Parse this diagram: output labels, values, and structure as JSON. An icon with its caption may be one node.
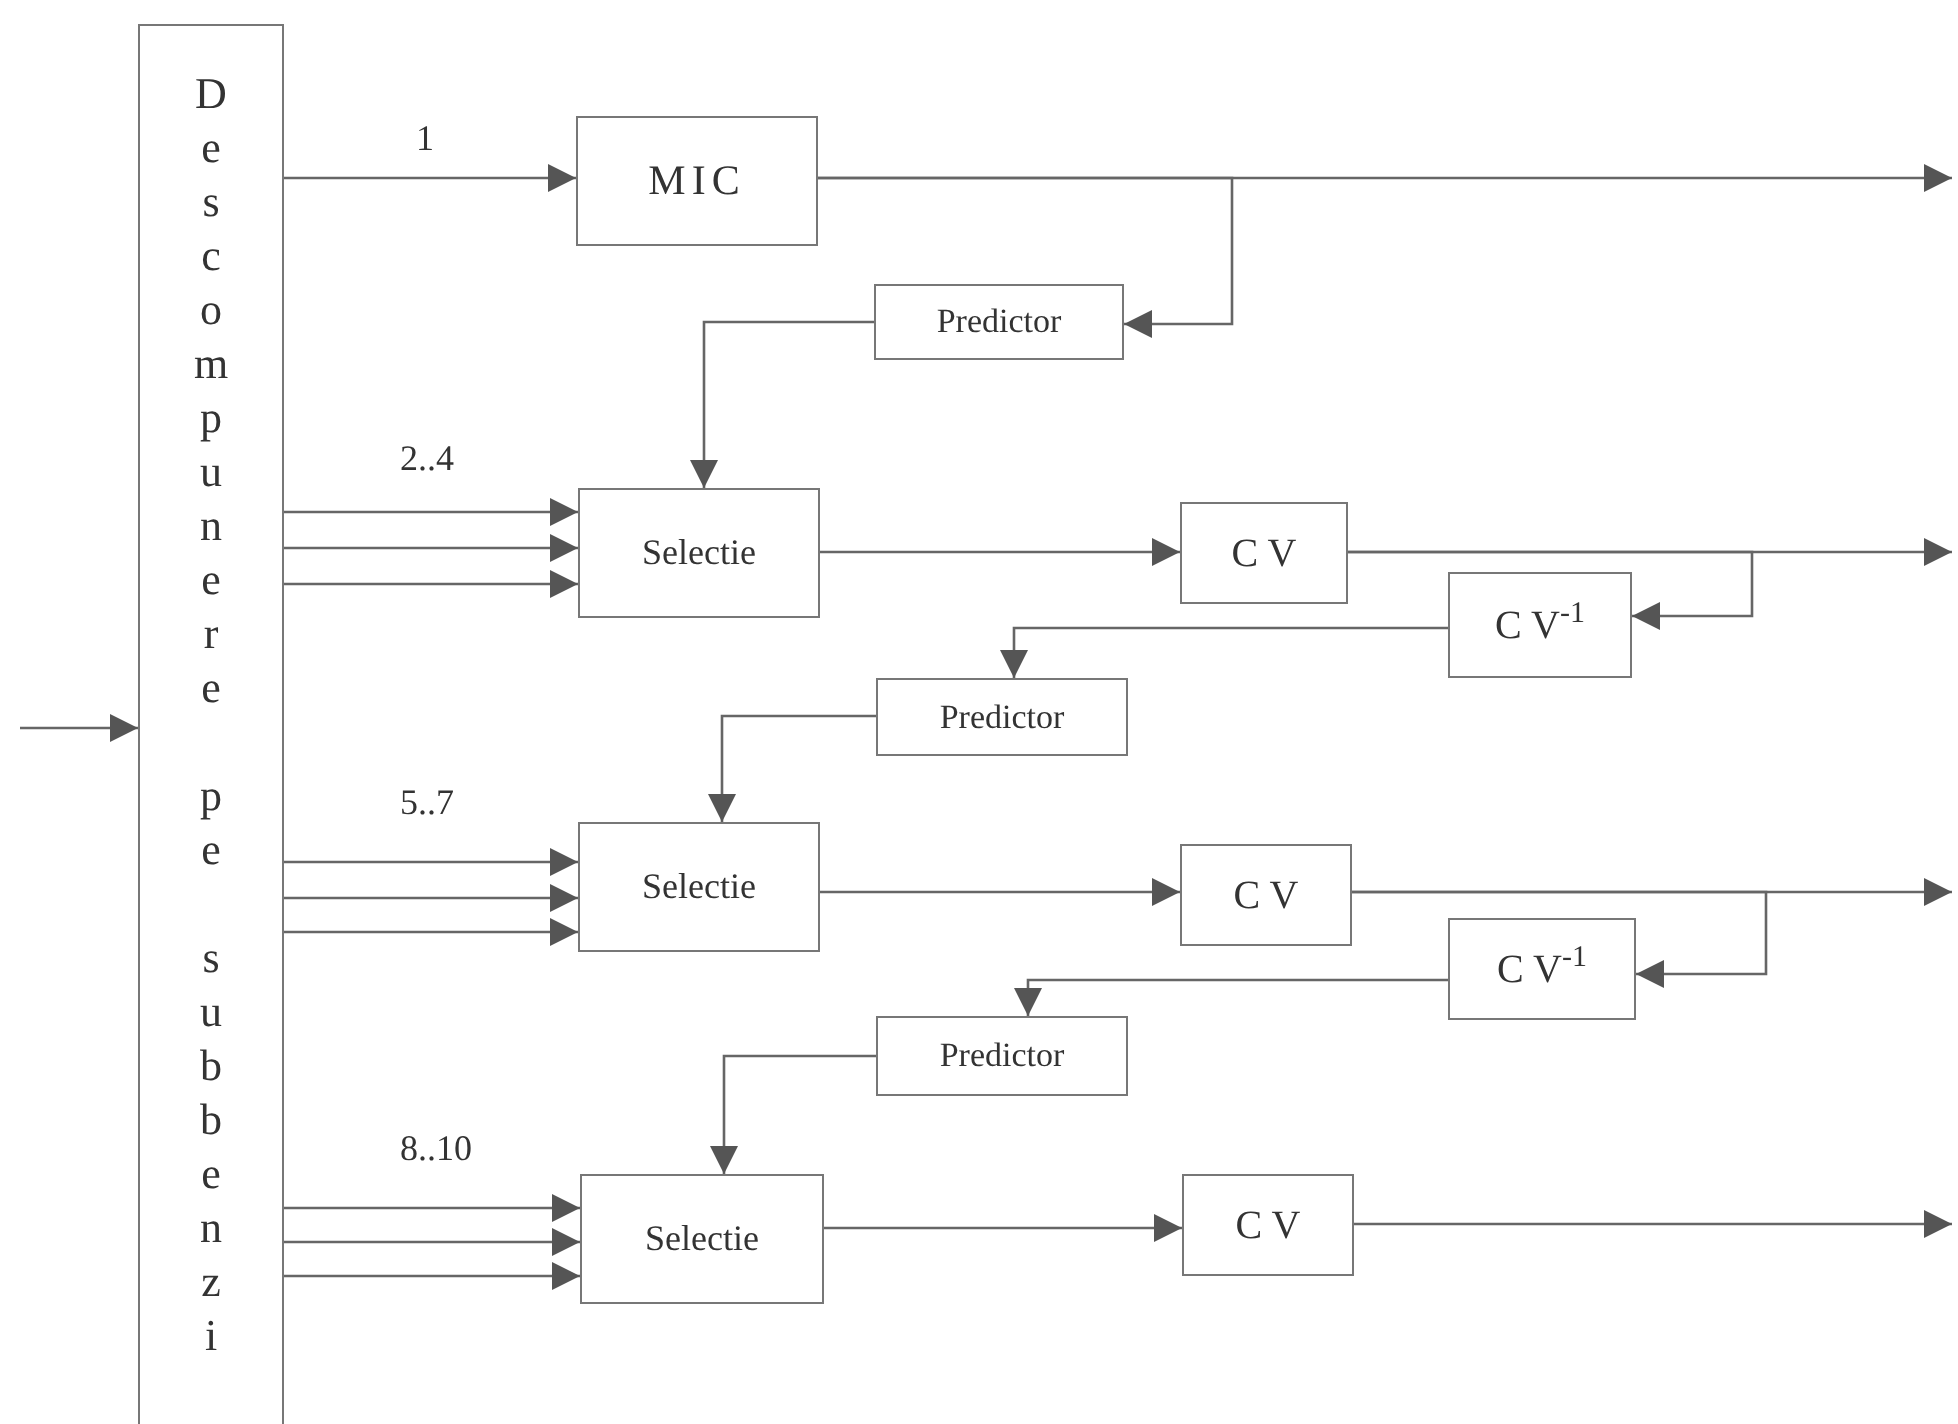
{
  "diagram": {
    "nodes": [
      {
        "text": [
          "Descompunere pe subbenzi"
        ]
      },
      {
        "text": [
          "MIC"
        ]
      },
      {
        "text": [
          "Predictor"
        ]
      },
      {
        "text": [
          "Selectie"
        ]
      },
      {
        "text": [
          "C V"
        ]
      },
      {
        "text": [
          "C V$^{-1}$"
        ]
      },
      {
        "text": [
          "Predictor"
        ]
      },
      {
        "text": [
          "Selectie"
        ]
      },
      {
        "text": [
          "C V"
        ]
      },
      {
        "text": [
          "C V$^{-1}$"
        ]
      },
      {
        "text": [
          "Predictor"
        ]
      },
      {
        "text": [
          "Selectie"
        ]
      },
      {
        "text": [
          "C V"
        ]
      }
    ],
    "edges": [
      {
        "from": null,
        "to": 0,
        "arrow": "to"
      },
      {
        "from": 0,
        "to": 1,
        "arrow": "to"
      },
      {
        "from": 0,
        "to": 3,
        "arrow": "to"
      },
      {
        "from": 0,
        "to": 3,
        "arrow": "to"
      },
      {
        "from": 0,
        "to": 3,
        "arrow": "to"
      },
      {
        "from": 1,
        "to": null,
        "arrow": "to"
      },
      {
        "from": 1,
        "to": 2,
        "arrow": "to"
      },
      {
        "from": 2,
        "to": 3,
        "arrow": "to"
      },
      {
        "from": 3,
        "to": 4,
        "arrow": "to"
      },
      {
        "from": 4,
        "to": null,
        "arrow": "to"
      },
      {
        "from": 4,
        "to": 5,
        "arrow": "to"
      },
      {
        "from": 5,
        "to": 6,
        "arrow": "to"
      },
      {
        "from": 6,
        "to": 7,
        "arrow": "to"
      },
      {
        "from": 0,
        "to": 7,
        "arrow": "to"
      },
      {
        "from": 0,
        "to": 7,
        "arrow": "to"
      },
      {
        "from": 0,
        "to": 7,
        "arrow": "to"
      },
      {
        "from": 7,
        "to": 8,
        "arrow": "to"
      },
      {
        "from": 8,
        "to": null,
        "arrow": "to"
      },
      {
        "from": 8,
        "to": 9,
        "arrow": "to"
      },
      {
        "from": 9,
        "to": 10,
        "arrow": "to"
      },
      {
        "from": 10,
        "to": 11,
        "arrow": "to"
      },
      {
        "from": 0,
        "to": 11,
        "arrow": "to"
      },
      {
        "from": 0,
        "to": 11,
        "arrow": "to"
      },
      {
        "from": 0,
        "to": 11,
        "arrow": "to"
      },
      {
        "from": 11,
        "to": 12,
        "arrow": "to"
      },
      {
        "from": 12,
        "to": null,
        "arrow": "to"
      }
    ],
    "labels": [
      "1",
      "2..4",
      "5..7",
      "8..10"
    ]
  }
}
